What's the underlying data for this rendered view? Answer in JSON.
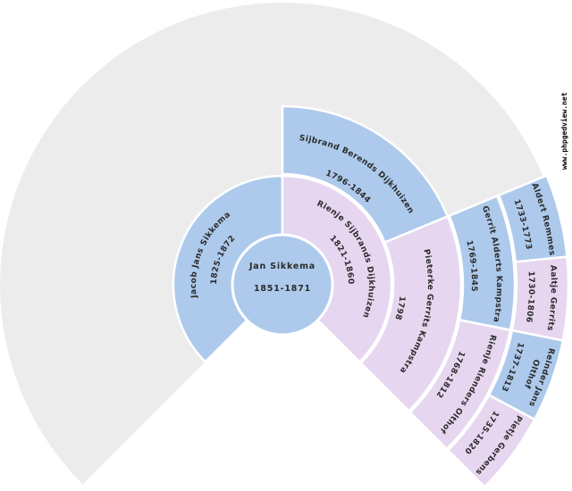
{
  "watermark": {
    "text": "www.phpgedview.net"
  },
  "chart_data": {
    "type": "fan",
    "description": "Ancestor fan chart, 5 generations, 270-degree fan opening with empty wedge at bottom; known ancestors colored by sex, unknown ancestry gray",
    "colors": {
      "male": "#adcaec",
      "female": "#e7d6f0",
      "empty_fan": "#ececec",
      "divider": "#ffffff",
      "text": "#2b2b2b",
      "background": "#ffffff"
    },
    "fan": {
      "start_angle": -45,
      "end_angle": 225,
      "generations_shown": 5
    },
    "center_person": {
      "name": "Jan Sikkema",
      "dates": "1851-1871",
      "sex": "M",
      "generation": 1
    },
    "persons": [
      {
        "name": "Jacob Jans Sikkema",
        "dates": "1825-1872",
        "sex": "M",
        "generation": 2,
        "relation": "father",
        "ring": 1,
        "sector": [
          90,
          225
        ]
      },
      {
        "name": "Rienje Sijbrands Dijkhuizen",
        "dates": "1821-1860",
        "sex": "F",
        "generation": 2,
        "relation": "mother",
        "ring": 1,
        "sector": [
          -45,
          90
        ]
      },
      {
        "name": "Sijbrand Berends Dijkhuizen",
        "dates": "1796-1844",
        "sex": "M",
        "generation": 3,
        "relation": "maternal grandfather",
        "ring": 2,
        "sector": [
          22.5,
          90
        ]
      },
      {
        "name": "Pieterke Gerrits Kampstra",
        "dates": "1798",
        "sex": "F",
        "generation": 3,
        "relation": "maternal grandmother",
        "ring": 2,
        "sector": [
          -45,
          22.5
        ]
      },
      {
        "name": "Gerrit Alderts Kampstra",
        "dates": "1769-1845",
        "sex": "M",
        "generation": 4,
        "ring": 3,
        "sector": [
          -11.25,
          22.5
        ]
      },
      {
        "name": "Rienje Rienders Olthof",
        "dates": "1768-1812",
        "sex": "F",
        "generation": 4,
        "ring": 3,
        "sector": [
          -45,
          -11.25
        ]
      },
      {
        "name": "Aldert Remmes",
        "dates": "1733-1773",
        "sex": "M",
        "generation": 5,
        "ring": 4,
        "sector": [
          5.625,
          22.5
        ]
      },
      {
        "name": "Aaltje Gerrits",
        "dates": "1730-1806",
        "sex": "F",
        "generation": 5,
        "ring": 4,
        "sector": [
          -11.25,
          5.625
        ]
      },
      {
        "name": "Reinder Jans Olthof",
        "name_lines": [
          "Reinder Jans",
          "Olthof"
        ],
        "dates": "1737-1813",
        "sex": "M",
        "generation": 5,
        "ring": 4,
        "sector": [
          -28.125,
          -11.25
        ]
      },
      {
        "name": "Pietje Gerbens",
        "dates": "1735-1820",
        "sex": "F",
        "generation": 5,
        "ring": 4,
        "sector": [
          -45,
          -28.125
        ]
      }
    ]
  }
}
